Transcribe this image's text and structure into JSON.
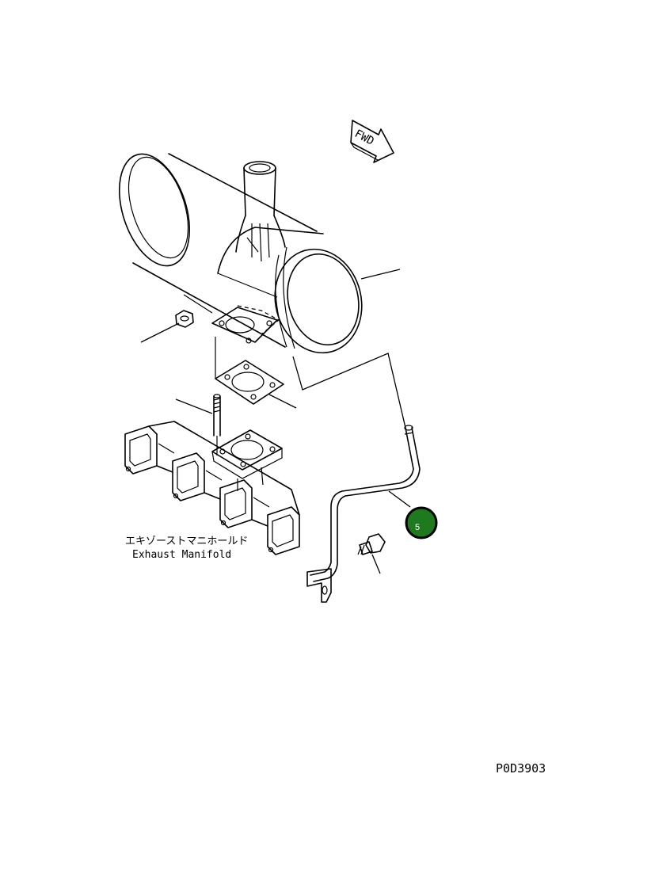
{
  "labels": {
    "fwd": "FWD",
    "manifold_jp": "エキゾーストマニホールド",
    "manifold_en": "Exhaust Manifold",
    "drawing_number": "P0D3903"
  },
  "callouts": [
    {
      "number": "5",
      "color": "#1f7a1f",
      "ring": "#000000"
    }
  ]
}
